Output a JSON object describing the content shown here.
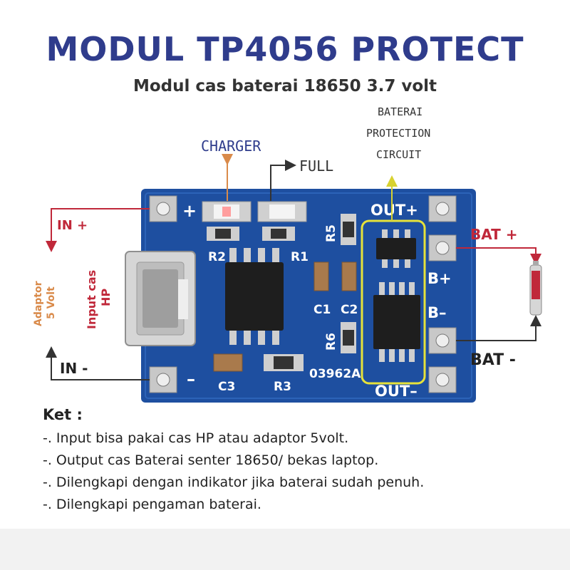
{
  "header": {
    "title": "MODUL TP4056 PROTECT",
    "subtitle": "Modul cas baterai 18650 3.7 volt"
  },
  "labels": {
    "charger": "CHARGER",
    "full": "FULL",
    "protection_1": "BATERAI",
    "protection_2": "PROTECTION",
    "protection_3": "CIRCUIT",
    "in_plus": "IN +",
    "in_minus": "IN -",
    "bat_plus": "BAT +",
    "bat_minus": "BAT -",
    "adaptor_1": "Adaptor",
    "adaptor_2": "5 Volt",
    "input_1": "Input cas",
    "input_2": "HP"
  },
  "board": {
    "plus": "+",
    "minus": "–",
    "out_plus": "OUT+",
    "out_minus": "OUT–",
    "b_plus": "B+",
    "b_minus": "B–",
    "r1": "R1",
    "r2": "R2",
    "r3": "R3",
    "r5": "R5",
    "r6": "R6",
    "c1": "C1",
    "c2": "C2",
    "c3": "C3",
    "code": "03962A"
  },
  "notes": {
    "heading": "Ket :",
    "items": [
      "-. Input bisa pakai cas HP atau adaptor 5volt.",
      "-. Output cas Baterai senter 18650/ bekas laptop.",
      "-. Dilengkapi dengan indikator jika baterai sudah penuh.",
      "-. Dilengkapi pengaman baterai."
    ]
  },
  "colors": {
    "title": "#2f3c8c",
    "board": "#1e4fa0",
    "label_red": "#c0283a",
    "highlight": "#e6e23a"
  }
}
